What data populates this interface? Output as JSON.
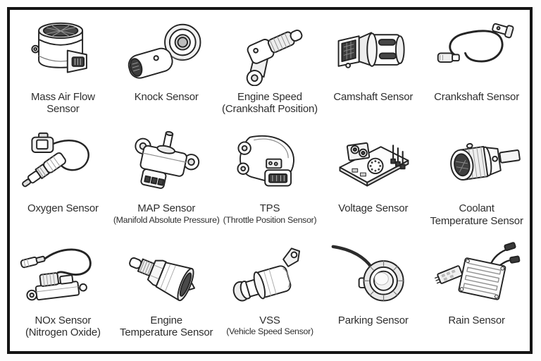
{
  "colors": {
    "background": "#ffffff",
    "frame_border": "#141414",
    "text": "#2e2e2e",
    "illustration_ink": "#242424"
  },
  "sensors": [
    {
      "label": "Mass Air Flow\nSensor",
      "sublabel": "",
      "icon": "mass-air-flow-sensor-illustration"
    },
    {
      "label": "Knock Sensor",
      "sublabel": "",
      "icon": "knock-sensor-illustration"
    },
    {
      "label": "Engine Speed\n(Crankshaft Position)",
      "sublabel": "",
      "icon": "engine-speed-sensor-illustration"
    },
    {
      "label": "Camshaft Sensor",
      "sublabel": "",
      "icon": "camshaft-sensor-illustration"
    },
    {
      "label": "Crankshaft Sensor",
      "sublabel": "",
      "icon": "crankshaft-sensor-illustration"
    },
    {
      "label": "Oxygen Sensor",
      "sublabel": "",
      "icon": "oxygen-sensor-illustration"
    },
    {
      "label": "MAP Sensor",
      "sublabel": "(Manifold Absolute Pressure)",
      "icon": "map-sensor-illustration"
    },
    {
      "label": "TPS",
      "sublabel": "(Throttle Position Sensor)",
      "icon": "tps-sensor-illustration"
    },
    {
      "label": "Voltage Sensor",
      "sublabel": "",
      "icon": "voltage-sensor-illustration"
    },
    {
      "label": "Coolant\nTemperature Sensor",
      "sublabel": "",
      "icon": "coolant-temperature-sensor-illustration"
    },
    {
      "label": "NOx Sensor\n(Nitrogen Oxide)",
      "sublabel": "",
      "icon": "nox-sensor-illustration"
    },
    {
      "label": "Engine\nTemperature Sensor",
      "sublabel": "",
      "icon": "engine-temperature-sensor-illustration"
    },
    {
      "label": "VSS",
      "sublabel": "(Vehicle Speed Sensor)",
      "icon": "vss-sensor-illustration"
    },
    {
      "label": "Parking Sensor",
      "sublabel": "",
      "icon": "parking-sensor-illustration"
    },
    {
      "label": "Rain Sensor",
      "sublabel": "",
      "icon": "rain-sensor-illustration"
    }
  ]
}
